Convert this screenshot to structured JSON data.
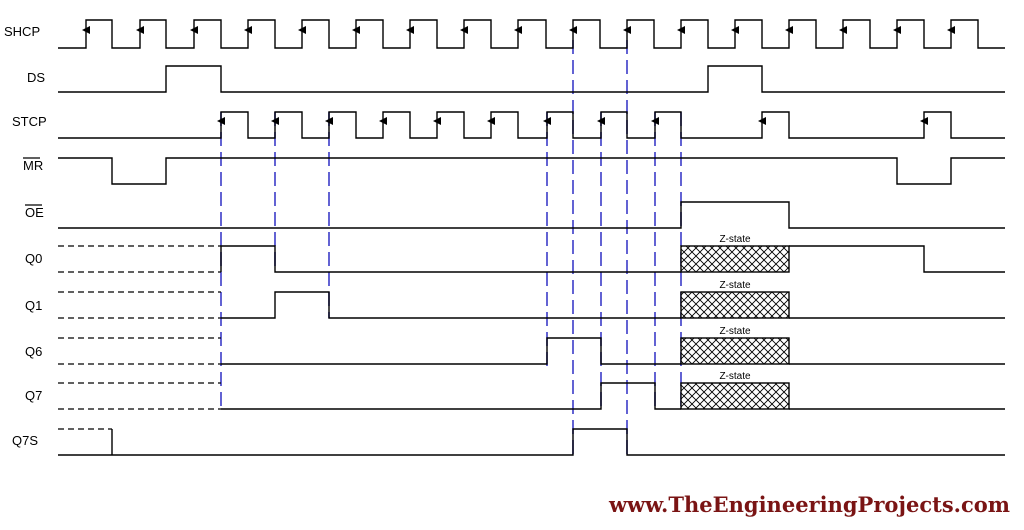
{
  "signals": [
    {
      "name": "SHCP",
      "overbar": false
    },
    {
      "name": "DS",
      "overbar": false
    },
    {
      "name": "STCP",
      "overbar": false
    },
    {
      "name": "MR",
      "overbar": true
    },
    {
      "name": "OE",
      "overbar": true
    },
    {
      "name": "Q0",
      "overbar": false
    },
    {
      "name": "Q1",
      "overbar": false
    },
    {
      "name": "Q6",
      "overbar": false
    },
    {
      "name": "Q7",
      "overbar": false
    },
    {
      "name": "Q7S",
      "overbar": false
    }
  ],
  "z_state_label": "Z-state",
  "watermark": "www.TheEngineeringProjects.com",
  "colors": {
    "guide": "#3c3cc8",
    "watermark": "#7a1414",
    "line": "#000000"
  }
}
